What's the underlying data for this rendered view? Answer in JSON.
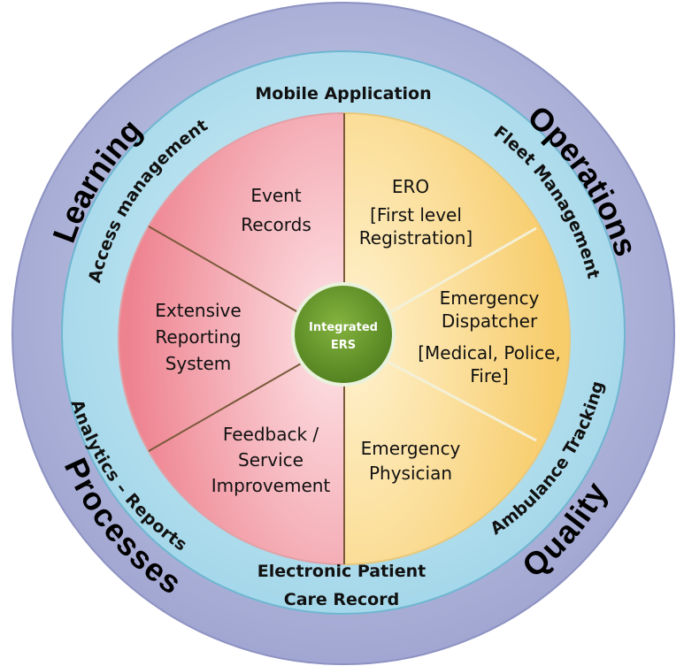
{
  "outer_ring": {
    "learning": "Learning",
    "operations": "Operations",
    "processes": "Processes",
    "quality": "Quality"
  },
  "middle_ring": {
    "top": "Mobile Application",
    "left_upper": "Access management",
    "right_upper": "Fleet Management",
    "left_lower": "Analytics – Reports",
    "right_lower": "Ambulance Tracking",
    "bottom_line1": "Electronic Patient",
    "bottom_line2": "Care Record"
  },
  "segments": {
    "event_records": [
      "Event",
      "Records"
    ],
    "extensive_reporting": [
      "Extensive",
      "Reporting",
      "System"
    ],
    "feedback": [
      "Feedback /",
      "Service",
      "Improvement"
    ],
    "ero": [
      "ERO",
      "[First level",
      "Registration]"
    ],
    "dispatcher": [
      "Emergency",
      "Dispatcher",
      "[Medical, Police,",
      "Fire]"
    ],
    "physician": [
      "Emergency",
      "Physician"
    ]
  },
  "center": [
    "Integrated",
    "ERS"
  ],
  "colors": {
    "outer_ring": "#a9aed6",
    "middle_ring": "#a6d9ea",
    "left_half": "#f2909a",
    "right_half": "#f9d27a",
    "center": "#6b9b2e"
  }
}
